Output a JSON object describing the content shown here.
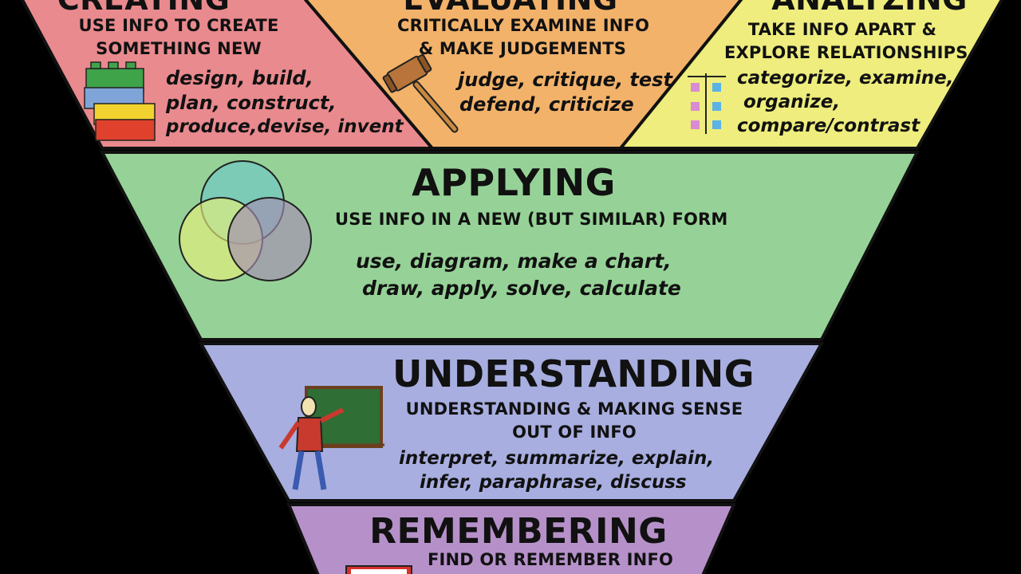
{
  "colors": {
    "background": "#000000",
    "creating": "#e98a8e",
    "evaluating": "#f2b26a",
    "analyzing": "#eeed7d",
    "applying": "#96d297",
    "understanding": "#a8aee0",
    "remembering": "#b691c9",
    "outline": "#111111"
  },
  "levels": {
    "creating": {
      "title": "CREATING",
      "description_lines": [
        "USE INFO TO CREATE",
        "SOMETHING NEW"
      ],
      "verb_lines": [
        "design, build,",
        "plan, construct,",
        "produce,devise, invent"
      ],
      "icon": "lego-blocks-icon"
    },
    "evaluating": {
      "title": "EVALUATING",
      "description_lines": [
        "CRITICALLY EXAMINE INFO",
        "& MAKE JUDGEMENTS"
      ],
      "verb_lines": [
        "judge, critique, test",
        "defend, criticize"
      ],
      "icon": "gavel-icon"
    },
    "analyzing": {
      "title": "ANALYZING",
      "description_lines": [
        "TAKE INFO APART &",
        "EXPLORE RELATIONSHIPS"
      ],
      "verb_lines": [
        "categorize, examine,",
        "organize,",
        "compare/contrast"
      ],
      "icon": "sorting-chart-icon"
    },
    "applying": {
      "title": "APPLYING",
      "description_lines": [
        "USE INFO IN A NEW (BUT SIMILAR) FORM"
      ],
      "verb_lines": [
        "use, diagram, make a chart,",
        "draw, apply, solve, calculate"
      ],
      "icon": "venn-diagram-icon"
    },
    "understanding": {
      "title": "UNDERSTANDING",
      "description_lines": [
        "UNDERSTANDING & MAKING SENSE",
        "OUT OF INFO"
      ],
      "verb_lines": [
        "interpret, summarize, explain,",
        "infer, paraphrase, discuss"
      ],
      "icon": "teacher-at-chalkboard-icon"
    },
    "remembering": {
      "title": "REMEMBERING",
      "description_lines": [
        "FIND OR REMEMBER INFO"
      ],
      "icon": "book-icon"
    }
  }
}
